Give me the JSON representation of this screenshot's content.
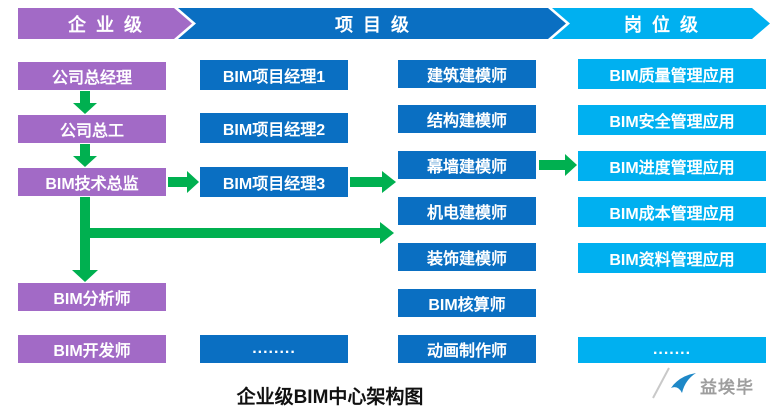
{
  "headers": {
    "enterprise": "企业级",
    "project": "项目级",
    "position": "岗位级"
  },
  "columns": {
    "enterprise": {
      "items": [
        {
          "label": "公司总经理"
        },
        {
          "label": "公司总工"
        },
        {
          "label": "BIM技术总监"
        },
        {
          "label": "BIM分析师"
        },
        {
          "label": "BIM开发师"
        }
      ]
    },
    "project_managers": {
      "items": [
        {
          "label": "BIM项目经理1"
        },
        {
          "label": "BIM项目经理2"
        },
        {
          "label": "BIM项目经理3"
        },
        {
          "label": "........"
        }
      ]
    },
    "modelers": {
      "items": [
        {
          "label": "建筑建模师"
        },
        {
          "label": "结构建模师"
        },
        {
          "label": "幕墙建模师"
        },
        {
          "label": "机电建模师"
        },
        {
          "label": "装饰建模师"
        },
        {
          "label": "BIM核算师"
        },
        {
          "label": "动画制作师"
        }
      ]
    },
    "applications": {
      "items": [
        {
          "label": "BIM质量管理应用"
        },
        {
          "label": "BIM安全管理应用"
        },
        {
          "label": "BIM进度管理应用"
        },
        {
          "label": "BIM成本管理应用"
        },
        {
          "label": "BIM资料管理应用"
        },
        {
          "label": "......."
        }
      ]
    }
  },
  "caption": "企业级BIM中心架构图",
  "watermark": "益埃毕",
  "colors": {
    "purple": "#A26AC6",
    "blue": "#0A6FC2",
    "cyan": "#00B0F0",
    "arrow_green": "#00B050"
  }
}
